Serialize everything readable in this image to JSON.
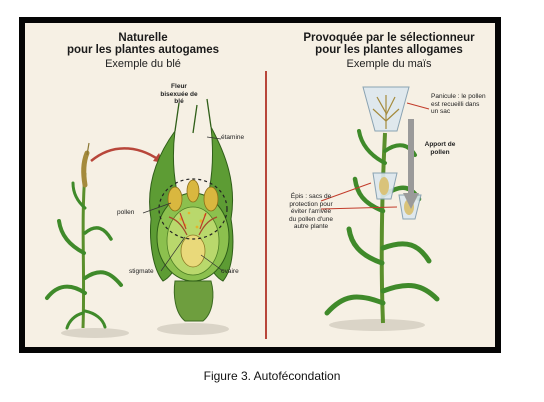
{
  "left": {
    "title_line1": "Naturelle",
    "title_line2": "pour les plantes autogames",
    "subtitle": "Exemple du blé",
    "labels": {
      "flower": "Fleur bisexuée de blé",
      "stamen": "étamine",
      "pollen": "pollen",
      "stigma": "stigmate",
      "ovary": "ovaire"
    }
  },
  "right": {
    "title_line1": "Provoquée par le sélectionneur",
    "title_line2": "pour les plantes allogames",
    "subtitle": "Exemple du maïs",
    "labels": {
      "panicle": "Panicule : le pollen est recueilli dans un sac",
      "pollen_supply": "Apport de pollen",
      "ears": "Épis : sacs de protection pour éviter l'arrivée du pollen d'une autre plante"
    }
  },
  "caption": "Figure 3. Autofécondation",
  "colors": {
    "frame": "#050505",
    "panel": "#f6f0e4",
    "divider": "#b8463a",
    "leaf_green": "#3f8a2a",
    "arrow_red": "#b8463a"
  }
}
